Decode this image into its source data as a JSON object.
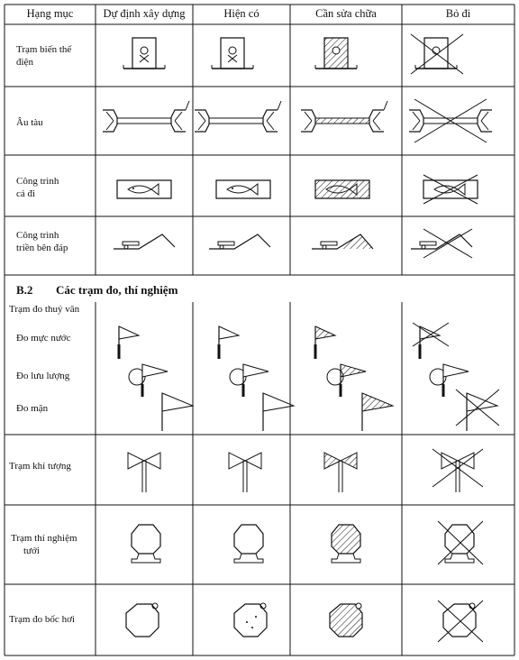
{
  "columns": [
    "Hạng mục",
    "Dự định xây dựng",
    "Hiện có",
    "Cần sửa chữa",
    "Bỏ đi"
  ],
  "rows": {
    "tram_bien_the": [
      "Trạm biến thế",
      "điện"
    ],
    "au_tau": [
      "Âu tàu"
    ],
    "cong_trinh_ca_di": [
      "Công trình",
      "cá đi"
    ],
    "cong_trinh_trien": [
      "Công trình",
      "triền bên đáp"
    ]
  },
  "section": {
    "number": "B.2",
    "title": "Các trạm đo, thí nghiệm"
  },
  "station_rows": {
    "tram_do_thuy_van": "Trạm đo thuỷ văn",
    "do_muc_nuoc": "Đo mực nước",
    "do_luu_luong": "Đo lưu lượng",
    "do_man": "Đo mặn",
    "tram_khi_tuong": "Trạm khí tượng",
    "tram_thi_nghiem_tuoi": [
      "Trạm thí nghiệm",
      "tưới"
    ],
    "tram_do_boc_hoi": "Trạm đo bốc hơi"
  }
}
